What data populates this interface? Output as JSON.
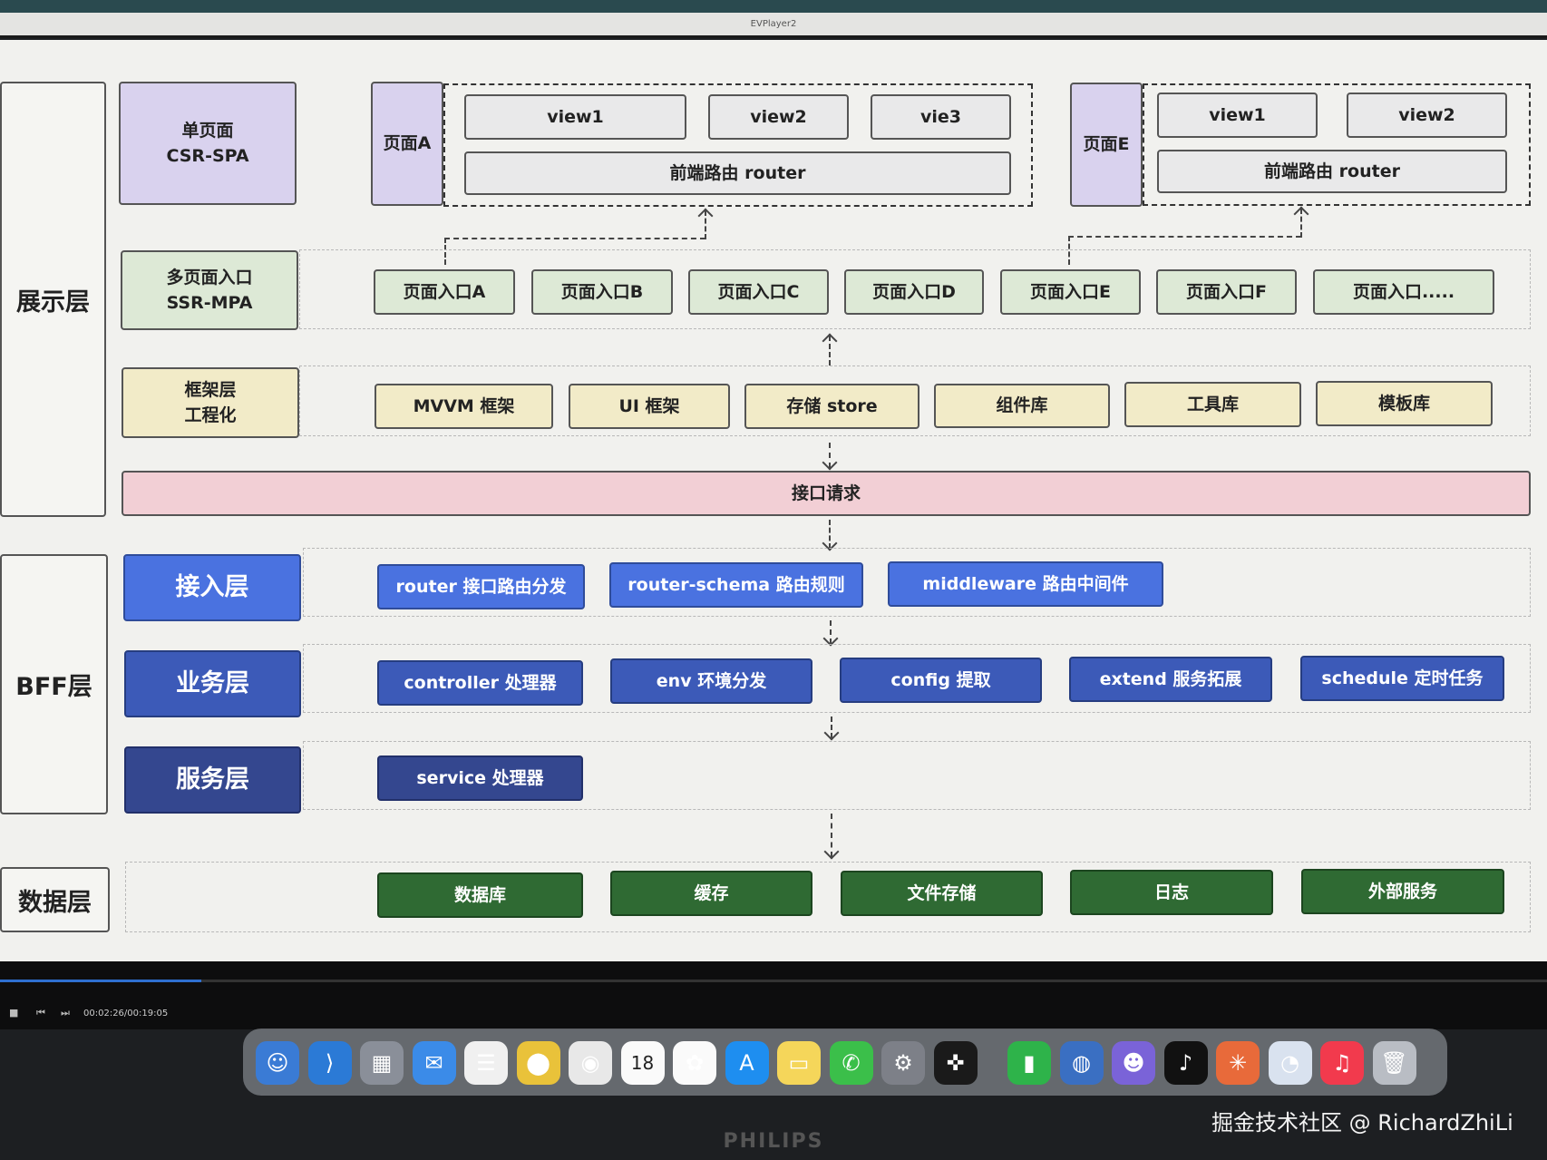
{
  "window": {
    "title": "EVPlayer2"
  },
  "layers": {
    "display": "展示层",
    "bff": "BFF层",
    "data": "数据层"
  },
  "spa": {
    "label": "单页面\nCSR-SPA",
    "page_a": "页面A",
    "page_a_views": [
      "view1",
      "view2",
      "vie3"
    ],
    "page_a_router": "前端路由 router",
    "page_e": "页面E",
    "page_e_views": [
      "view1",
      "view2"
    ],
    "page_e_router": "前端路由 router"
  },
  "mpa": {
    "label": "多页面入口\nSSR-MPA",
    "entries": [
      "页面入口A",
      "页面入口B",
      "页面入口C",
      "页面入口D",
      "页面入口E",
      "页面入口F",
      "页面入口....."
    ]
  },
  "framework": {
    "label": "框架层\n工程化",
    "items": [
      "MVVM 框架",
      "UI 框架",
      "存储 store",
      "组件库",
      "工具库",
      "模板库"
    ]
  },
  "api_request": "接口请求",
  "access": {
    "label": "接入层",
    "items": [
      "router 接口路由分发",
      "router-schema 路由规则",
      "middleware 路由中间件"
    ]
  },
  "business": {
    "label": "业务层",
    "items": [
      "controller 处理器",
      "env 环境分发",
      "config 提取",
      "extend 服务拓展",
      "schedule 定时任务"
    ]
  },
  "service": {
    "label": "服务层",
    "items": [
      "service  处理器"
    ]
  },
  "data": {
    "items": [
      "数据库",
      "缓存",
      "文件存储",
      "日志",
      "外部服务"
    ]
  },
  "player": {
    "timecode": "00:02:26/00:19:05",
    "progress": 0.13
  },
  "monitor_brand": "PHILIPS",
  "watermark": "掘金技术社区 @ RichardZhiLi",
  "dock_icons": [
    "finder-icon",
    "vscode-icon",
    "launchpad-icon",
    "mail-icon",
    "reminders-icon",
    "maps-icon",
    "chrome-icon",
    "calendar-icon",
    "photos-icon",
    "appstore-icon",
    "notes-icon",
    "wechat-icon",
    "settings-icon",
    "figma-icon",
    "numbers-icon",
    "disk-icon",
    "app-icon",
    "tiktok-icon",
    "claude-icon",
    "preview-icon",
    "music-icon",
    "trash-icon"
  ],
  "calendar_day": "18",
  "colors": {
    "purple": "#d9d2ee",
    "green": "#dde9d6",
    "yellow": "#f2ebc8",
    "pink": "#f2cfd5",
    "blue_access": "#4a72e0",
    "blue_business": "#3c5ab8",
    "blue_service": "#34478f",
    "data_green": "#2f6a33"
  }
}
